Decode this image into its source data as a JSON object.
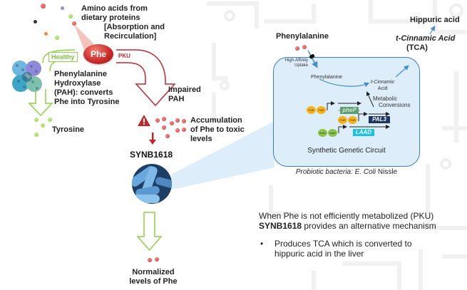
{
  "left": {
    "amino_acids_label_line1": "Amino acids from",
    "amino_acids_label_line2": "dietary proteins",
    "absorption_label_line1": "[Absorption and",
    "absorption_label_line2": "Recirculation]",
    "phe_badge": "Phe",
    "healthy_tag": "Healthy",
    "pku_tag": "PKU",
    "pah_label_line1": "Phenylalanine",
    "pah_label_line2": "Hydroxylase",
    "pah_label_line3": "(PAH): converts",
    "pah_label_line4": "Phe into Tyrosine",
    "tyrosine_label": "Tyrosine",
    "impaired_line1": "Impaired",
    "impaired_line2": "PAH",
    "accumulation_line1": "Accumulation",
    "accumulation_line2": "of Phe  to toxic",
    "accumulation_line3": "levels",
    "synb_label": "SYNB1618",
    "normalized_line1": "Normalized",
    "normalized_line2": "levels of Phe"
  },
  "circuit": {
    "phenylalanine_outside": "Phenylalanine",
    "hippuric_acid": "Hippuric acid",
    "tca_line1": "t-Cinnamic Acid",
    "tca_line2": "(TCA)",
    "uptake_line1": "High-Affinity",
    "uptake_line2": "Uptake",
    "phenylalanine_inside": "Phenylalanine",
    "cinnamic_inside_line1": "t-Cinnamic",
    "cinnamic_inside_line2": "Acid",
    "metabolic_line1": "Metabolic",
    "metabolic_line2": "Conversions",
    "promoter_fnr": "FNR",
    "promoter_arac": "AraC",
    "gene_phep": "pheP",
    "gene_pal3": "PAL3",
    "gene_laad": "LAAD",
    "circuit_title": "Synthetic Genetic Circuit",
    "caption_italic": "Probiotic bacteria: E. Coli",
    "caption_rest": " Nissle"
  },
  "summary": {
    "line1": "When Phe is not efficiently metabolized (PKU)",
    "line2_bold": "SYNB1618",
    "line2_rest": " provides an alternative mechanism",
    "bullet_char": "•",
    "bullet_line1": "Produces TCA which is converted to",
    "bullet_line2": "hippuric acid in the liver"
  },
  "colors": {
    "phe_red": "#c62828",
    "healthy_green": "#7cc242",
    "pku_red": "#c0282d",
    "cell_fill": "#ddeefa",
    "cell_border": "#3a7fc0",
    "phep_green": "#5f9c72",
    "pal3_navy": "#1f3566",
    "laad_cyan": "#19c2e6",
    "fnr_yellow": "#f4b31a",
    "arac_green": "#8bc34a"
  }
}
